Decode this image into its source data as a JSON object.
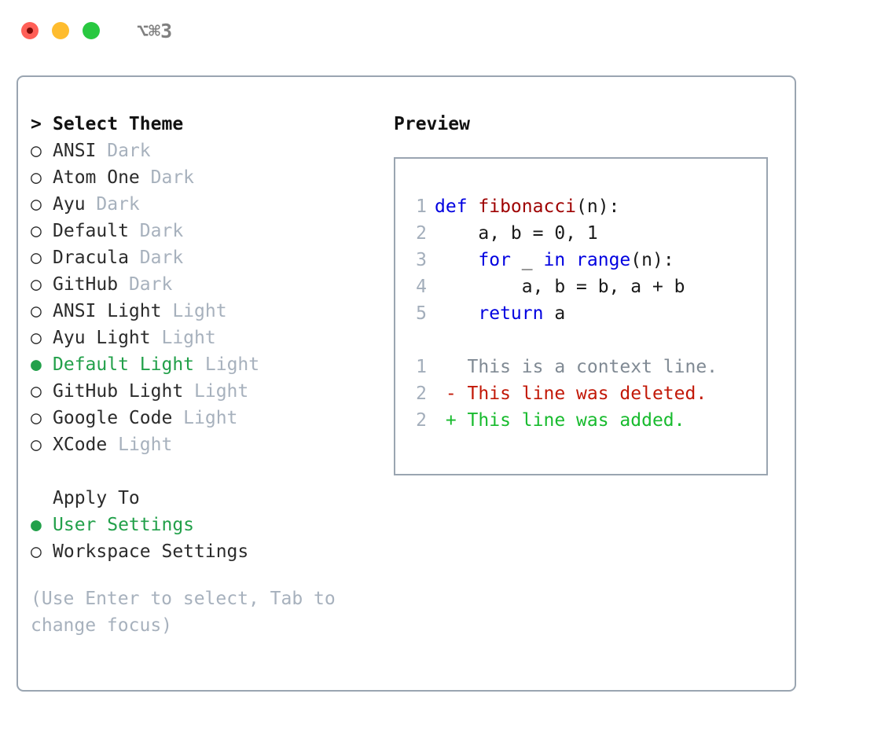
{
  "titlebar": {
    "shortcut": "⌥⌘3",
    "buttons": [
      {
        "name": "close",
        "color": "#ff5f57"
      },
      {
        "name": "minimize",
        "color": "#febc2e"
      },
      {
        "name": "maximize",
        "color": "#28c840"
      }
    ]
  },
  "theme_picker": {
    "header_marker": ">",
    "header_label": "Select Theme",
    "selected_marker": "●",
    "unselected_marker": "○",
    "selected_color": "#22a04a",
    "variant_color": "#a7b1bd",
    "items": [
      {
        "label": "ANSI",
        "variant": "Dark",
        "selected": false
      },
      {
        "label": "Atom One",
        "variant": "Dark",
        "selected": false
      },
      {
        "label": "Ayu",
        "variant": "Dark",
        "selected": false
      },
      {
        "label": "Default",
        "variant": "Dark",
        "selected": false
      },
      {
        "label": "Dracula",
        "variant": "Dark",
        "selected": false
      },
      {
        "label": "GitHub",
        "variant": "Dark",
        "selected": false
      },
      {
        "label": "ANSI Light",
        "variant": "Light",
        "selected": false
      },
      {
        "label": "Ayu Light",
        "variant": "Light",
        "selected": false
      },
      {
        "label": "Default Light",
        "variant": "Light",
        "selected": true
      },
      {
        "label": "GitHub Light",
        "variant": "Light",
        "selected": false
      },
      {
        "label": "Google Code",
        "variant": "Light",
        "selected": false
      },
      {
        "label": "XCode",
        "variant": "Light",
        "selected": false
      }
    ]
  },
  "apply_to": {
    "header_label": "Apply To",
    "items": [
      {
        "label": "User Settings",
        "selected": true
      },
      {
        "label": "Workspace Settings",
        "selected": false
      }
    ]
  },
  "hint": {
    "text": "(Use Enter to select, Tab to change focus)"
  },
  "preview": {
    "title": "Preview",
    "code_lines": [
      {
        "num": "1",
        "tokens": [
          {
            "t": "def ",
            "c": "kw"
          },
          {
            "t": "fibonacci",
            "c": "fn"
          },
          {
            "t": "(n):",
            "c": "plain"
          }
        ]
      },
      {
        "num": "2",
        "tokens": [
          {
            "t": "    a, b = 0, 1",
            "c": "plain"
          }
        ]
      },
      {
        "num": "3",
        "tokens": [
          {
            "t": "    ",
            "c": "plain"
          },
          {
            "t": "for",
            "c": "kw"
          },
          {
            "t": " _ ",
            "c": "plain"
          },
          {
            "t": "in",
            "c": "kw"
          },
          {
            "t": " ",
            "c": "plain"
          },
          {
            "t": "range",
            "c": "kw"
          },
          {
            "t": "(n):",
            "c": "plain"
          }
        ]
      },
      {
        "num": "4",
        "tokens": [
          {
            "t": "        a, b = b, a + b",
            "c": "plain"
          }
        ]
      },
      {
        "num": "5",
        "tokens": [
          {
            "t": "    ",
            "c": "plain"
          },
          {
            "t": "return",
            "c": "kw"
          },
          {
            "t": " a",
            "c": "plain"
          }
        ]
      }
    ],
    "diff_lines": [
      {
        "num": "1",
        "sign": " ",
        "text": "This is a context line.",
        "kind": "ctx"
      },
      {
        "num": "2",
        "sign": "-",
        "text": "This line was deleted.",
        "kind": "del"
      },
      {
        "num": "2",
        "sign": "+",
        "text": "This line was added.",
        "kind": "add"
      }
    ],
    "colors": {
      "keyword": "#0000e0",
      "function": "#9e0000",
      "line_number": "#a3aebb",
      "context": "#808a94",
      "deleted": "#c21807",
      "added": "#18bb2e",
      "border": "#9aa5b1"
    }
  }
}
